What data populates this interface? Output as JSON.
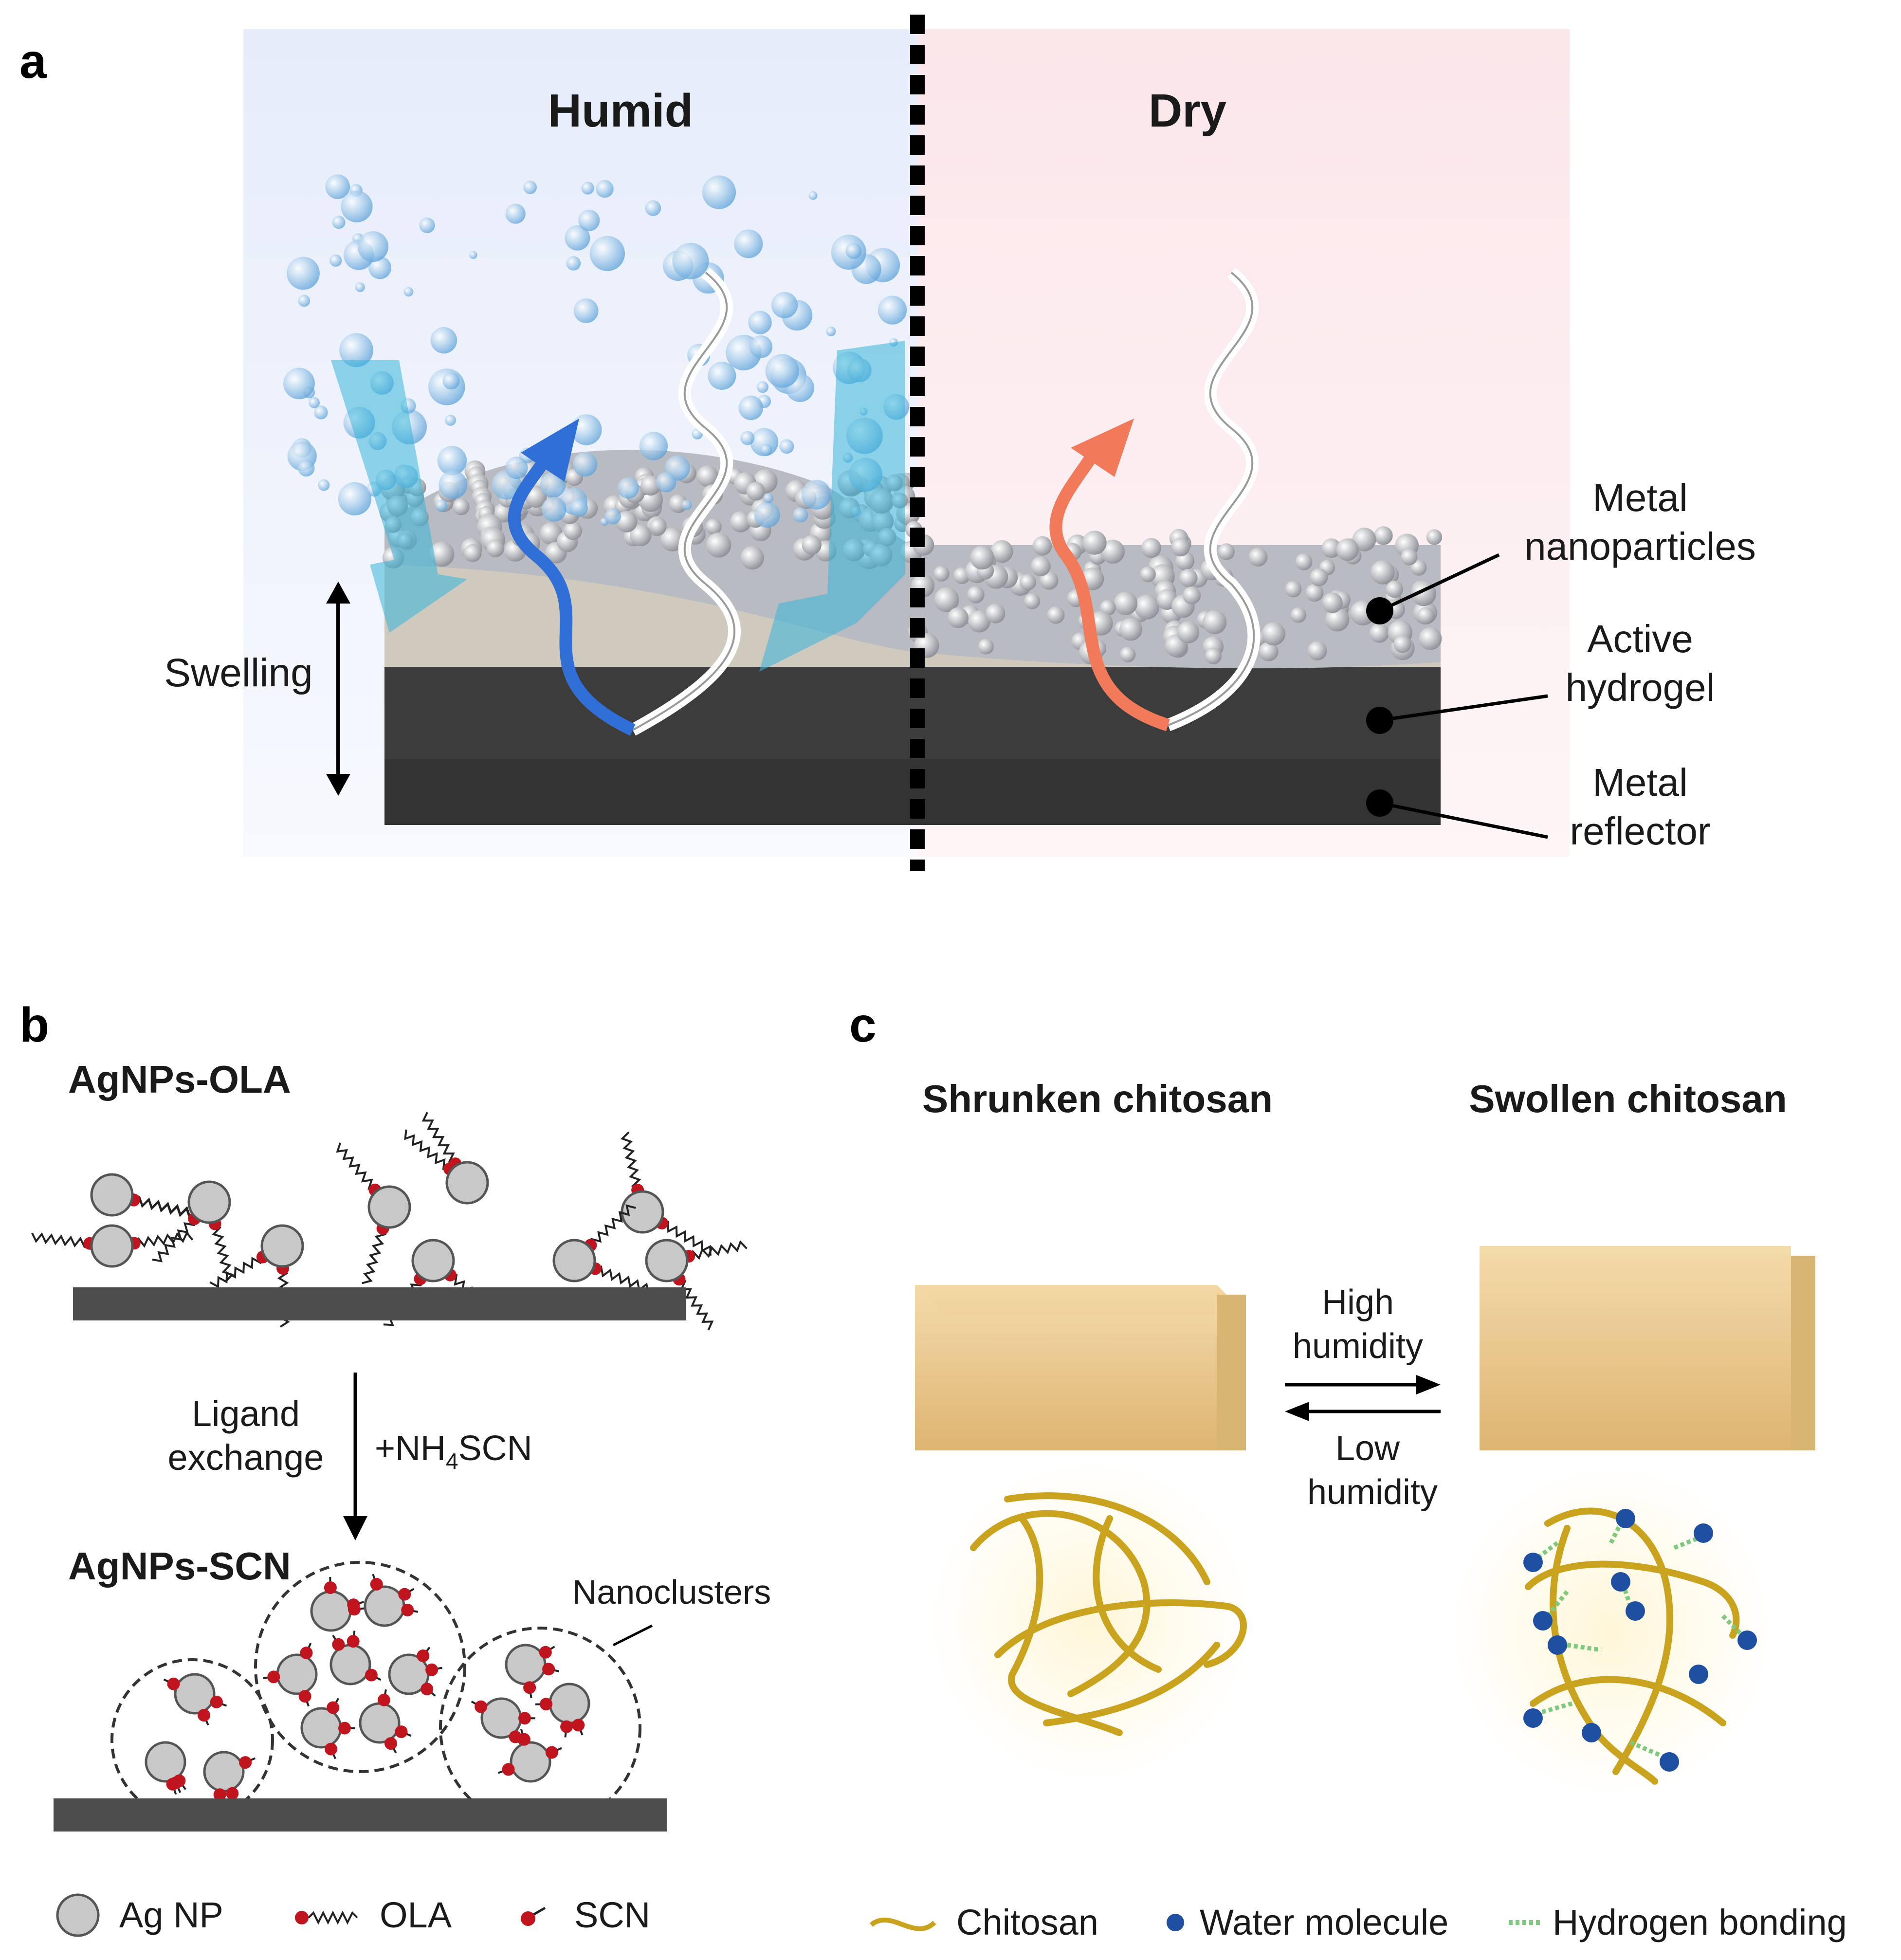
{
  "panels": {
    "a": {
      "label": "a",
      "humid_title": "Humid",
      "dry_title": "Dry",
      "swelling_label": "Swelling",
      "callouts": {
        "nanoparticles": [
          "Metal",
          "nanoparticles"
        ],
        "hydrogel": [
          "Active",
          "hydrogel"
        ],
        "reflector": [
          "Metal",
          "reflector"
        ]
      }
    },
    "b": {
      "label": "b",
      "top_title": "AgNPs-OLA",
      "bottom_title": "AgNPs-SCN",
      "ligand_exchange": [
        "Ligand",
        "exchange"
      ],
      "reagent": "+NH",
      "reagent_sub": "4",
      "reagent_tail": "SCN",
      "nanoclusters": "Nanoclusters",
      "legend": {
        "ag_np": "Ag NP",
        "ola": "OLA",
        "scn": "SCN"
      }
    },
    "c": {
      "label": "c",
      "left_title": "Shrunken chitosan",
      "right_title": "Swollen chitosan",
      "forward": [
        "High",
        "humidity"
      ],
      "reverse": [
        "Low",
        "humidity"
      ],
      "legend": {
        "chitosan": "Chitosan",
        "water": "Water molecule",
        "hbond": "Hydrogen bonding"
      }
    }
  },
  "colors": {
    "humid_bg": "#e8eefa",
    "dry_bg": "#fbe9ec",
    "reflector": "#3a3a3a",
    "hydrogel": "#c9c1b3",
    "nanoparticle": "#c7c7c9",
    "blue_arrow": "#2f6fd6",
    "red_arrow": "#f07a5a",
    "ag_np": "#c8c8c8",
    "scn_dot": "#c0151f",
    "chitosan": "#c9a21e",
    "water": "#1f4fa0",
    "hbond": "#7fc97f",
    "gel": "#e9c88e"
  }
}
